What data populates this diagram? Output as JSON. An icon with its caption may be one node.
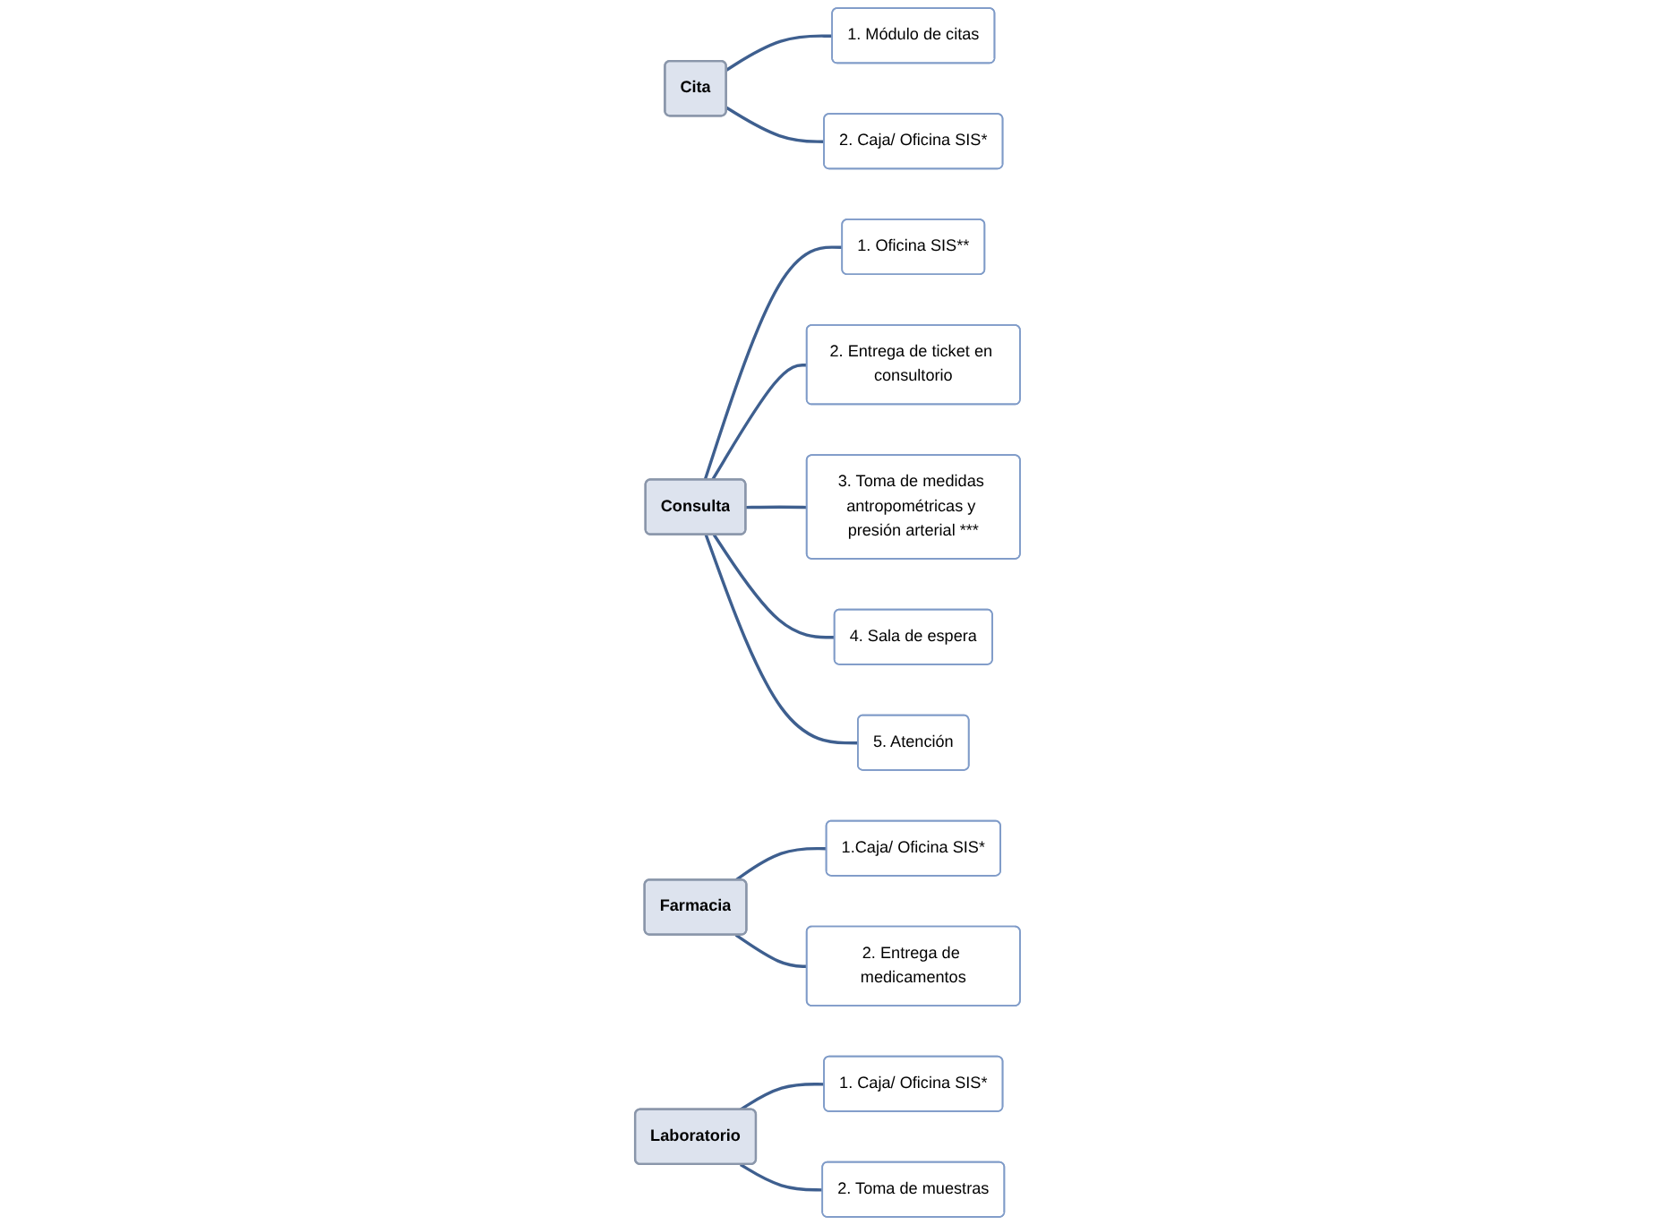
{
  "diagram": {
    "nodes": [
      {
        "text": [
          "Cita"
        ]
      },
      {
        "text": [
          "1. Módulo de citas"
        ]
      },
      {
        "text": [
          "2. Caja/ Oficina SIS*"
        ]
      },
      {
        "text": [
          "Consulta"
        ]
      },
      {
        "text": [
          "1. Oficina SIS**"
        ]
      },
      {
        "text": [
          "2. Entrega de ticket en consultorio"
        ]
      },
      {
        "text": [
          "3. Toma de medidas antropométricas y presión arterial ***"
        ]
      },
      {
        "text": [
          "4. Sala de espera"
        ]
      },
      {
        "text": [
          "5. Atención"
        ]
      },
      {
        "text": [
          "Farmacia"
        ]
      },
      {
        "text": [
          "1.Caja/ Oficina SIS*"
        ]
      },
      {
        "text": [
          "2. Entrega de medicamentos"
        ]
      },
      {
        "text": [
          "Laboratorio"
        ]
      },
      {
        "text": [
          "1. Caja/ Oficina SIS*"
        ]
      },
      {
        "text": [
          "2. Toma de muestras"
        ]
      }
    ],
    "edges": [
      {
        "from": 0,
        "to": 1,
        "arrow": "none"
      },
      {
        "from": 0,
        "to": 2,
        "arrow": "none"
      },
      {
        "from": 3,
        "to": 4,
        "arrow": "none"
      },
      {
        "from": 3,
        "to": 5,
        "arrow": "none"
      },
      {
        "from": 3,
        "to": 6,
        "arrow": "none"
      },
      {
        "from": 3,
        "to": 7,
        "arrow": "none"
      },
      {
        "from": 3,
        "to": 8,
        "arrow": "none"
      },
      {
        "from": 9,
        "to": 10,
        "arrow": "none"
      },
      {
        "from": 9,
        "to": 11,
        "arrow": "none"
      },
      {
        "from": 12,
        "to": 13,
        "arrow": "none"
      },
      {
        "from": 12,
        "to": 14,
        "arrow": "none"
      }
    ]
  }
}
